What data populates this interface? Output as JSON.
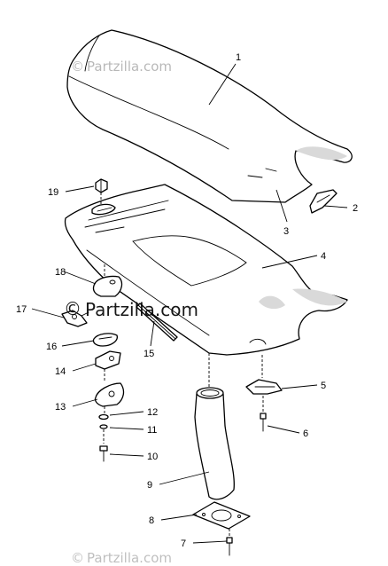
{
  "watermark": {
    "text": "Partzilla.com",
    "symbol": "©",
    "color": "#000000"
  },
  "callouts": [
    {
      "id": "1",
      "label": "1"
    },
    {
      "id": "2",
      "label": "2"
    },
    {
      "id": "3",
      "label": "3"
    },
    {
      "id": "4",
      "label": "4"
    },
    {
      "id": "5",
      "label": "5"
    },
    {
      "id": "6",
      "label": "6"
    },
    {
      "id": "7",
      "label": "7"
    },
    {
      "id": "8",
      "label": "8"
    },
    {
      "id": "9",
      "label": "9"
    },
    {
      "id": "10",
      "label": "10"
    },
    {
      "id": "11",
      "label": "11"
    },
    {
      "id": "12",
      "label": "12"
    },
    {
      "id": "13",
      "label": "13"
    },
    {
      "id": "14",
      "label": "14"
    },
    {
      "id": "15",
      "label": "15"
    },
    {
      "id": "16",
      "label": "16"
    },
    {
      "id": "17",
      "label": "17"
    },
    {
      "id": "18",
      "label": "18"
    },
    {
      "id": "19",
      "label": "19"
    }
  ]
}
